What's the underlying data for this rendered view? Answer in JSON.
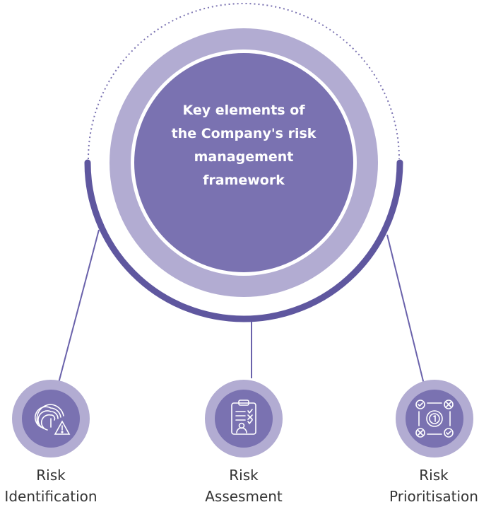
{
  "center": {
    "lines": [
      "Key elements of",
      "the Company's risk",
      "management",
      "framework"
    ]
  },
  "items": [
    {
      "line1": "Risk",
      "line2": "Identification",
      "icon": "fingerprint-warning-icon"
    },
    {
      "line1": "Risk",
      "line2": "Assesment",
      "icon": "clipboard-checklist-icon"
    },
    {
      "line1": "Risk",
      "line2": "Prioritisation",
      "icon": "priority-cycle-icon"
    }
  ],
  "colors": {
    "dark_purple": "#6a62ab",
    "light_purple": "#b2acd2",
    "center_fill": "#7a72b1",
    "connector": "#6a62ab",
    "label_text": "#333333"
  }
}
